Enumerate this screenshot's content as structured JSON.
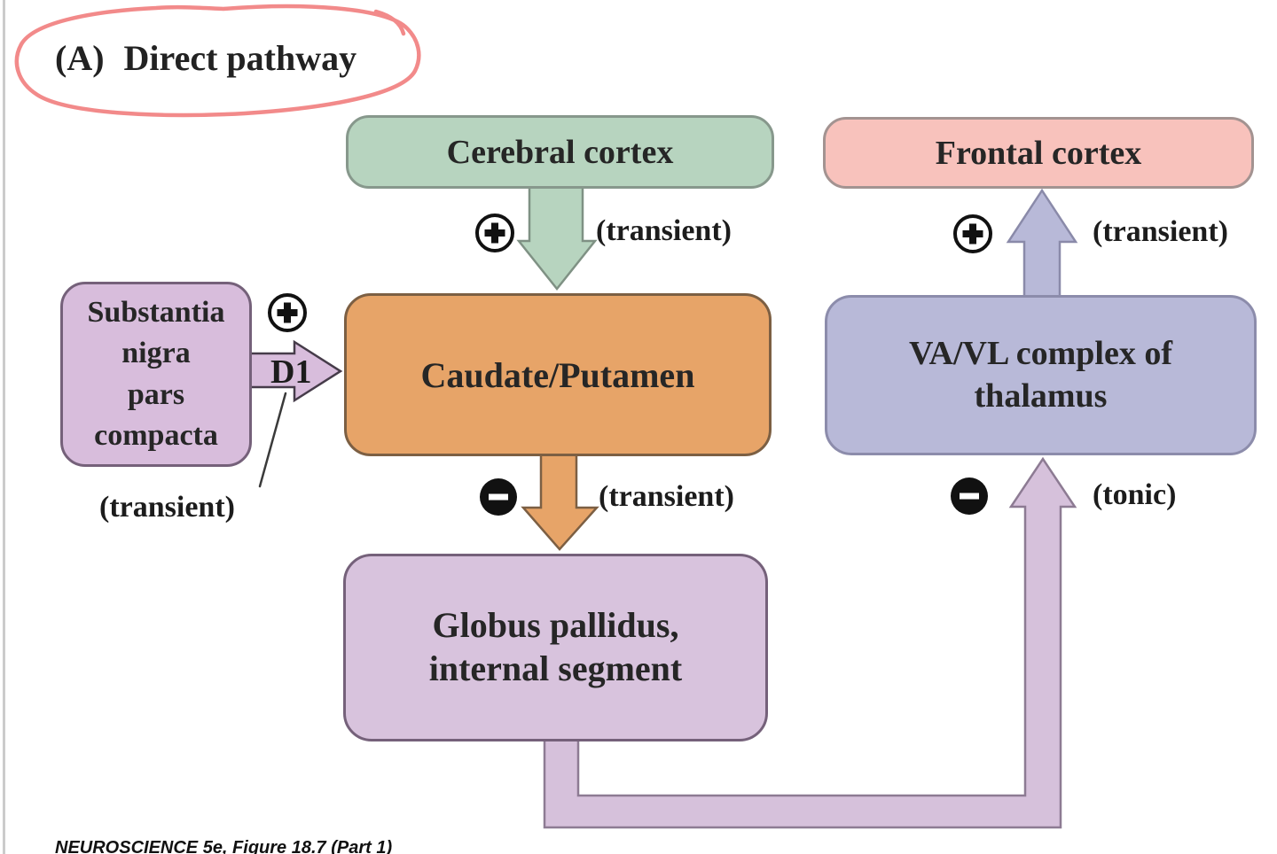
{
  "title": {
    "prefix": "(A)",
    "text": "Direct pathway"
  },
  "boxes": {
    "cerebral_cortex": {
      "label": "Cerebral cortex",
      "lines": [
        "Cerebral cortex"
      ],
      "color": "#b7d4bf"
    },
    "frontal_cortex": {
      "label": "Frontal cortex",
      "lines": [
        "Frontal cortex"
      ],
      "color": "#f8c2bc"
    },
    "substantia_nigra": {
      "label": "Substantia nigra pars compacta",
      "lines": [
        "Substantia",
        "nigra",
        "pars",
        "compacta"
      ],
      "color": "#d8bddc"
    },
    "caudate_putamen": {
      "label": "Caudate/Putamen",
      "lines": [
        "Caudate/Putamen"
      ],
      "color": "#e7a468"
    },
    "vavl_thalamus": {
      "label": "VA/VL complex of thalamus",
      "lines": [
        "VA/VL complex of",
        "thalamus"
      ],
      "color": "#b8b9d8"
    },
    "globus_pallidus": {
      "label": "Globus pallidus, internal segment",
      "lines": [
        "Globus pallidus,",
        "internal segment"
      ],
      "color": "#d8c3dd"
    }
  },
  "connections": {
    "cortex_to_striatum": {
      "sign": "plus",
      "label": "(transient)"
    },
    "snc_to_striatum": {
      "sign": "plus",
      "label": "(transient)",
      "receptor": "D1"
    },
    "striatum_to_gpi": {
      "sign": "minus",
      "label": "(transient)"
    },
    "gpi_to_thalamus": {
      "sign": "minus",
      "label": "(tonic)"
    },
    "thalamus_to_frontal": {
      "sign": "plus",
      "label": "(transient)"
    }
  },
  "icons": {
    "plus": "plus-circle-icon",
    "minus": "minus-circle-icon"
  },
  "annotation": {
    "red_circle_color": "#f28a8a"
  },
  "caption": "NEUROSCIENCE 5e, Figure 18.7 (Part 1)"
}
